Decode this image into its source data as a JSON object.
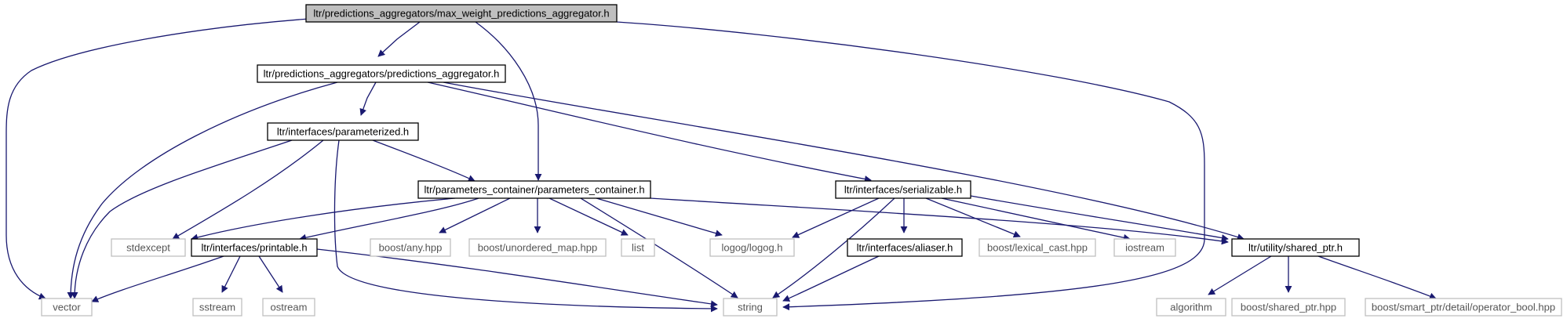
{
  "diagram": {
    "style": {
      "edge_color": "#191970",
      "root_fill": "#bfbfbf",
      "documented_border": "#000000",
      "external_border": "#bfbfbf",
      "external_text": "#555555"
    },
    "nodes": [
      {
        "id": "max_weight",
        "label": "ltr/predictions_aggregators/max_weight_predictions_aggregator.h",
        "kind": "root"
      },
      {
        "id": "pred_agg",
        "label": "ltr/predictions_aggregators/predictions_aggregator.h",
        "kind": "documented"
      },
      {
        "id": "parameterized",
        "label": "ltr/interfaces/parameterized.h",
        "kind": "documented"
      },
      {
        "id": "params_container",
        "label": "ltr/parameters_container/parameters_container.h",
        "kind": "documented"
      },
      {
        "id": "serializable",
        "label": "ltr/interfaces/serializable.h",
        "kind": "documented"
      },
      {
        "id": "stdexcept",
        "label": "stdexcept",
        "kind": "external"
      },
      {
        "id": "printable",
        "label": "ltr/interfaces/printable.h",
        "kind": "documented"
      },
      {
        "id": "boost_any",
        "label": "boost/any.hpp",
        "kind": "external"
      },
      {
        "id": "boost_umap",
        "label": "boost/unordered_map.hpp",
        "kind": "external"
      },
      {
        "id": "list",
        "label": "list",
        "kind": "external"
      },
      {
        "id": "logog",
        "label": "logog/logog.h",
        "kind": "external"
      },
      {
        "id": "aliaser",
        "label": "ltr/interfaces/aliaser.h",
        "kind": "documented"
      },
      {
        "id": "lexical_cast",
        "label": "boost/lexical_cast.hpp",
        "kind": "external"
      },
      {
        "id": "iostream",
        "label": "iostream",
        "kind": "external"
      },
      {
        "id": "shared_ptr_h",
        "label": "ltr/utility/shared_ptr.h",
        "kind": "documented"
      },
      {
        "id": "vector",
        "label": "vector",
        "kind": "external"
      },
      {
        "id": "sstream",
        "label": "sstream",
        "kind": "external"
      },
      {
        "id": "ostream",
        "label": "ostream",
        "kind": "external"
      },
      {
        "id": "string",
        "label": "string",
        "kind": "external"
      },
      {
        "id": "algorithm",
        "label": "algorithm",
        "kind": "external"
      },
      {
        "id": "boost_shared_ptr",
        "label": "boost/shared_ptr.hpp",
        "kind": "external"
      },
      {
        "id": "operator_bool",
        "label": "boost/smart_ptr/detail/operator_bool.hpp",
        "kind": "external"
      }
    ],
    "edges": [
      {
        "from": "max_weight",
        "to": "pred_agg"
      },
      {
        "from": "max_weight",
        "to": "params_container"
      },
      {
        "from": "max_weight",
        "to": "vector"
      },
      {
        "from": "max_weight",
        "to": "string"
      },
      {
        "from": "pred_agg",
        "to": "parameterized"
      },
      {
        "from": "pred_agg",
        "to": "serializable"
      },
      {
        "from": "pred_agg",
        "to": "shared_ptr_h"
      },
      {
        "from": "pred_agg",
        "to": "vector"
      },
      {
        "from": "parameterized",
        "to": "params_container"
      },
      {
        "from": "parameterized",
        "to": "stdexcept"
      },
      {
        "from": "parameterized",
        "to": "vector"
      },
      {
        "from": "parameterized",
        "to": "string"
      },
      {
        "from": "params_container",
        "to": "stdexcept"
      },
      {
        "from": "params_container",
        "to": "printable"
      },
      {
        "from": "params_container",
        "to": "boost_any"
      },
      {
        "from": "params_container",
        "to": "boost_umap"
      },
      {
        "from": "params_container",
        "to": "list"
      },
      {
        "from": "params_container",
        "to": "logog"
      },
      {
        "from": "params_container",
        "to": "string"
      },
      {
        "from": "params_container",
        "to": "shared_ptr_h"
      },
      {
        "from": "serializable",
        "to": "logog"
      },
      {
        "from": "serializable",
        "to": "aliaser"
      },
      {
        "from": "serializable",
        "to": "lexical_cast"
      },
      {
        "from": "serializable",
        "to": "iostream"
      },
      {
        "from": "serializable",
        "to": "shared_ptr_h"
      },
      {
        "from": "serializable",
        "to": "string"
      },
      {
        "from": "printable",
        "to": "vector"
      },
      {
        "from": "printable",
        "to": "sstream"
      },
      {
        "from": "printable",
        "to": "ostream"
      },
      {
        "from": "printable",
        "to": "string"
      },
      {
        "from": "aliaser",
        "to": "string"
      },
      {
        "from": "shared_ptr_h",
        "to": "algorithm"
      },
      {
        "from": "shared_ptr_h",
        "to": "boost_shared_ptr"
      },
      {
        "from": "shared_ptr_h",
        "to": "operator_bool"
      }
    ]
  }
}
